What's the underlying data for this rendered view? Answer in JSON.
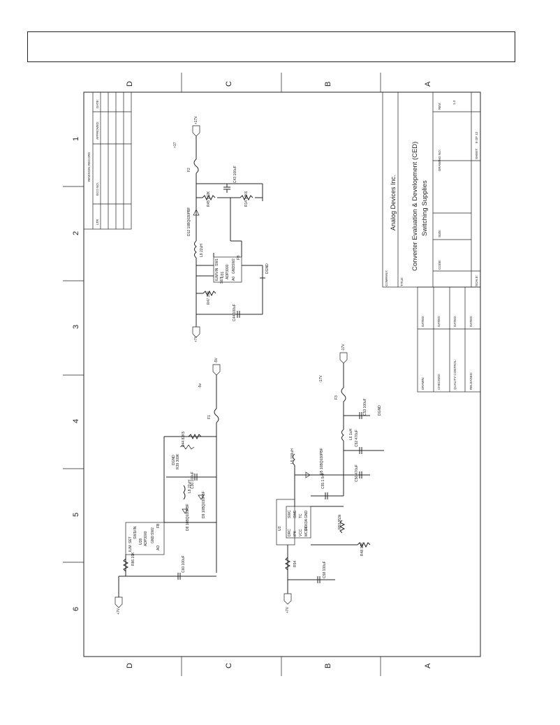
{
  "page_header": "",
  "sheet": {
    "border_rows": [
      "D",
      "C",
      "B",
      "A"
    ],
    "border_cols": [
      "1",
      "2",
      "3",
      "4",
      "5",
      "6"
    ]
  },
  "revision_record": {
    "title": "REVISION RECORD",
    "columns": [
      "LTR",
      "ECO NO.",
      "APPROVED:",
      "DATE:"
    ]
  },
  "title_block": {
    "company_label": "COMPANY:",
    "company_name": "Analog Devices Inc.",
    "title_label": "TITLE:",
    "title_line1": "Converter Evaluation & Development (CED)",
    "title_line2": "Switching Supplies",
    "code_label": "CODE:",
    "size_label": "SIZE:",
    "drawing_no_label": "DRAWING NO:",
    "rev_label": "REV:",
    "rev_value": "1.3",
    "scale_label": "SCALE:",
    "sheet_label": "SHEET:",
    "sheet_value": "8 OF 12",
    "approvals": [
      {
        "role": "DRAWN:",
        "dated": "DATED:"
      },
      {
        "role": "CHECKED:",
        "dated": "DATED:"
      },
      {
        "role": "QUALITY CONTROL:",
        "dated": "DATED:"
      },
      {
        "role": "RELEASED:",
        "dated": "DATED:"
      }
    ]
  },
  "circuit_top": {
    "in_label": "+7V",
    "out_label": "+17V",
    "out_label2": "+17",
    "ic_ref": "U31",
    "ic_part": "ADP3000",
    "pins": [
      "ILIM",
      "VIN",
      "SW1",
      "SET",
      "GND",
      "SW2",
      "A0",
      "FB"
    ],
    "inductor": "L9 22uH",
    "diode": "D12 10BQ030PBF",
    "fuse": "F2",
    "c_in": "C44 100uF",
    "c_out": "C43 100uF",
    "r_set": "R47 39K",
    "r_fb1": "R45 232K",
    "r_fb2": "R14 18K6",
    "gnd": "DGND"
  },
  "circuit_mid": {
    "in_label": "+7V",
    "out_label": "-5V",
    "out_label2": "-5v",
    "ic_ref": "U28",
    "ic_part": "ADP3000",
    "pins": [
      "ILIM",
      "VIN",
      "SW1",
      "SET",
      "GND",
      "SW2",
      "AO",
      "FB"
    ],
    "inductor": "L8 22uH",
    "diode": "D8 10BQ030PBF",
    "zener": "D9 10BQ030PBF",
    "fuse": "F1",
    "c_in": "C60 100uF",
    "c_out": "C30 100uF",
    "r_set": "R86 31K",
    "r_fb1": "R44 82K5",
    "r_fb2": "R39 309K",
    "gnd": "DGND"
  },
  "circuit_bottom": {
    "in_label": "+7V",
    "out_label": "-17V",
    "out_label2": "-17V",
    "ic_ref": "U3",
    "ic_part": "MC34063A",
    "pins": [
      "DRC",
      "SWC",
      "IPK",
      "SWE",
      "VCC",
      "TC",
      "CII",
      "GND"
    ],
    "inductor": "L5 100uH",
    "inductor2": "L6 1uH",
    "diode": "D5 10BQ030PBF",
    "fuse": "F3",
    "c_timing": "C55 1.5nF",
    "c_in": "C58 100uF",
    "c_out1": "C56 470uF",
    "c_out2": "C52 470uF",
    "c_out3": "C53 100uF",
    "r_sense": "R54",
    "r_fb1": "R53 953k",
    "r_fb2": "R48 12K",
    "gnd": "DGND"
  }
}
